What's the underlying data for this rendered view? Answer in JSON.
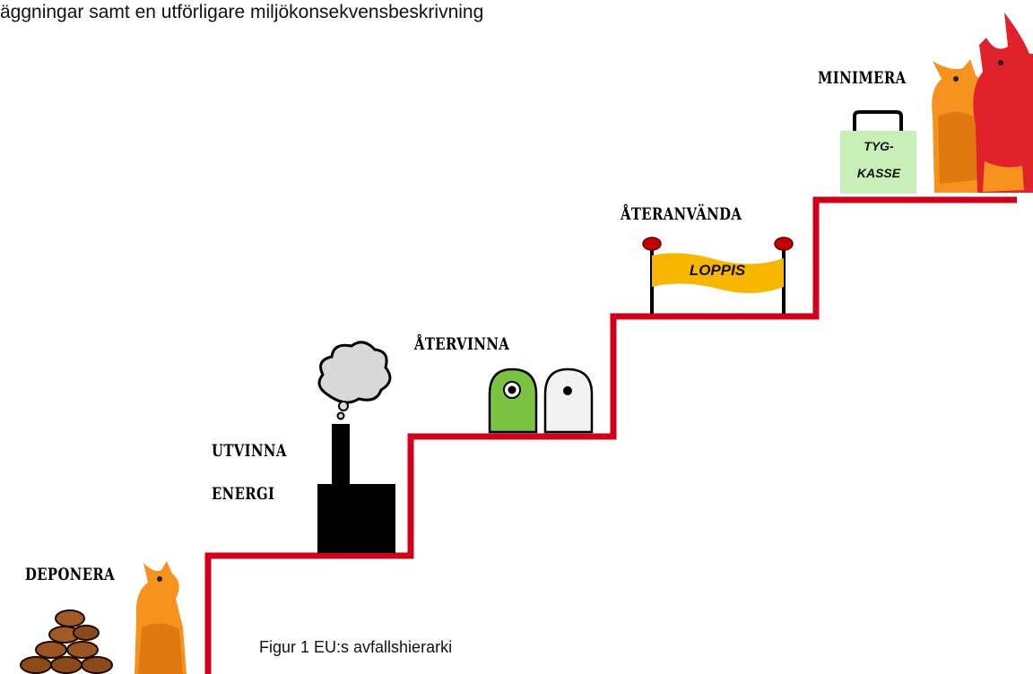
{
  "header_text": "äggningar samt en utförligare miljökonsekvensbeskrivning",
  "steps": {
    "deponera": "DEPONERA",
    "utvinna_line1": "UTVINNA",
    "utvinna_line2": "ENERGI",
    "atervinna": "ÅTERVINNA",
    "ateranvanda": "ÅTERANVÄNDA",
    "minimera": "MINIMERA"
  },
  "signs": {
    "loppis": "LOPPIS",
    "tygkasse_line1": "TYG-",
    "tygkasse_line2": "KASSE"
  },
  "caption": "Figur 1 EU:s avfallshierarki",
  "colors": {
    "stair": "#d0021b",
    "banner": "#f7b700",
    "bag": "#c9efb8",
    "bin_green": "#7cc242",
    "bin_white": "#f2f2f2",
    "figure_orange": "#f5931e",
    "figure_red": "#e0222b"
  },
  "icons": [
    "coin-pile-icon",
    "factory-chimney-icon",
    "smoke-cloud-icon",
    "recycling-bins-icon",
    "loppis-banner-icon",
    "tote-bag-icon",
    "orange-figure-icon",
    "red-figure-icon"
  ]
}
